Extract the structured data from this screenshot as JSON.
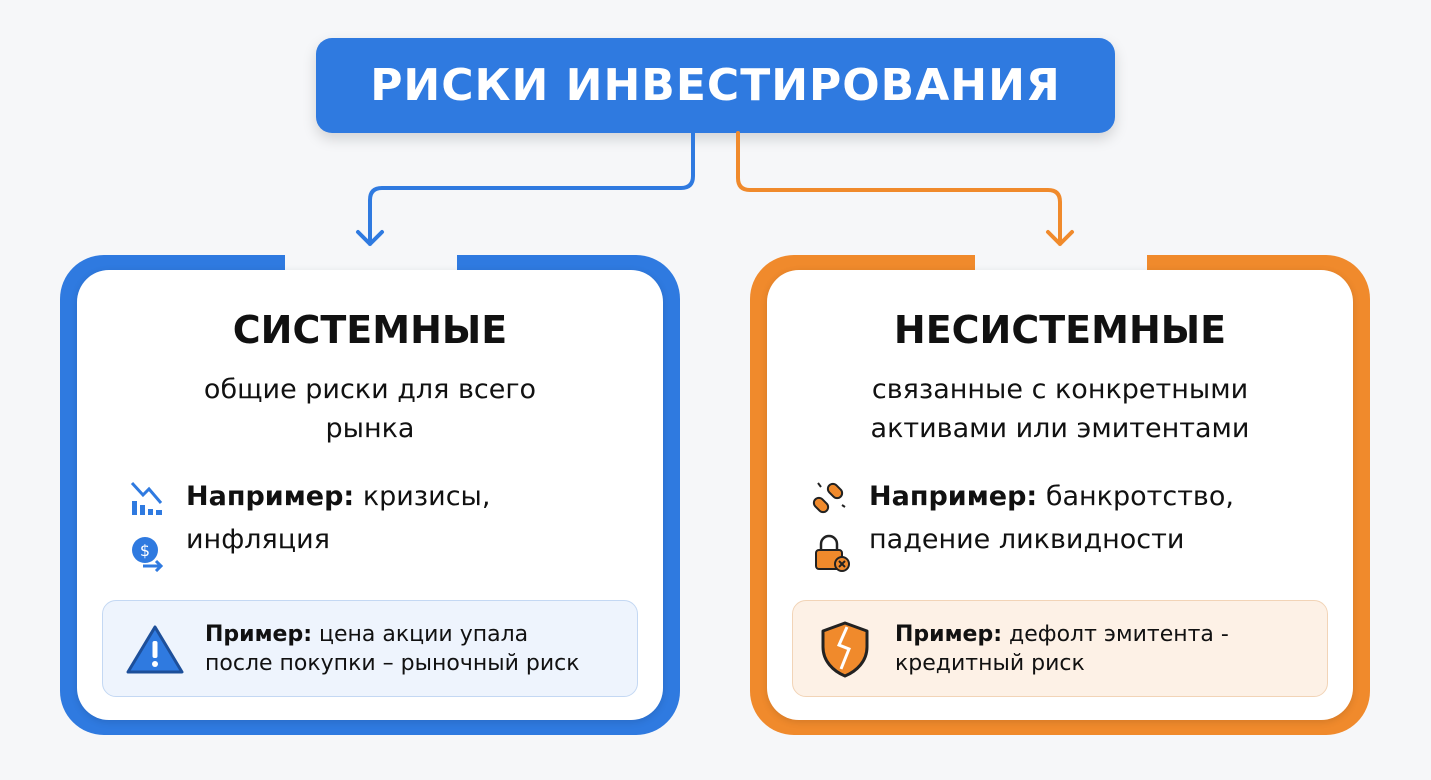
{
  "title": "РИСКИ ИНВЕСТИРОВАНИЯ",
  "colors": {
    "blue": "#2f7ae0",
    "orange": "#f08a2c"
  },
  "systemic": {
    "title": "СИСТЕМНЫЕ",
    "subtitle_1": "общие риски для всего",
    "subtitle_2": "рынка",
    "example_label": "Например:",
    "example_1": " кризисы,",
    "example_2": "инфляция",
    "note_label": "Пример:",
    "note_1": " цена акции упала",
    "note_2": "после покупки – рыночный риск"
  },
  "nonsystemic": {
    "title": "НЕСИСТЕМНЫЕ",
    "subtitle_1": "связанные с конкретными",
    "subtitle_2": "активами или эмитентами",
    "example_label": "Например:",
    "example_1": " банкротство,",
    "example_2": "падение ликвидности",
    "note_label": "Пример:",
    "note_1": " дефолт эмитента -",
    "note_2": "кредитный риск"
  }
}
